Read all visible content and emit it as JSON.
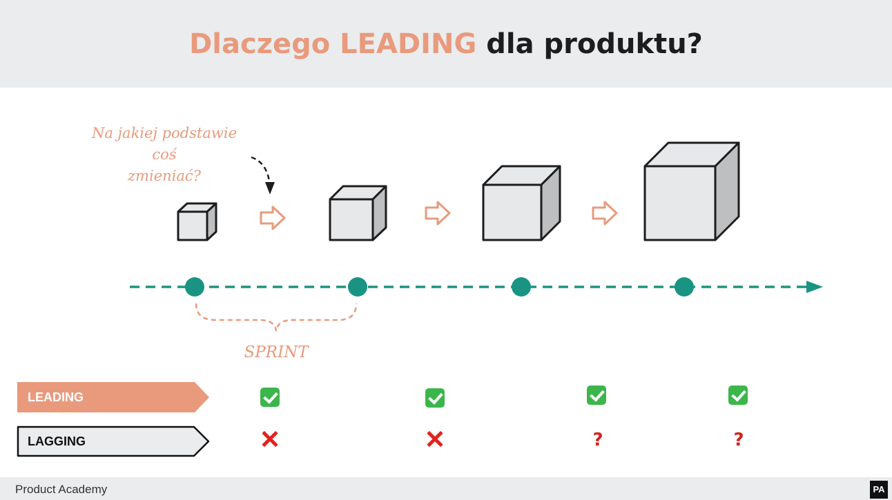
{
  "header": {
    "title_accent": "Dlaczego LEADING",
    "title_rest": "dla produktu?"
  },
  "annotations": {
    "question_line1": "Na jakiej podstawie coś",
    "question_line2": "zmieniać?",
    "sprint": "SPRINT"
  },
  "rows": [
    {
      "label": "LEADING",
      "marks": [
        "check-icon",
        "check-icon",
        "check-icon",
        "check-icon"
      ]
    },
    {
      "label": "LAGGING",
      "marks": [
        "cross-icon",
        "cross-icon",
        "question",
        "question"
      ],
      "question_symbol": "?"
    }
  ],
  "footer": {
    "brand": "Product Academy",
    "logo_text": "PA"
  },
  "colors": {
    "accent": "#e99a7c",
    "timeline": "#1a9482",
    "header_bg": "#eaeced",
    "check": "#3bb64a",
    "cross": "#e0231f"
  }
}
